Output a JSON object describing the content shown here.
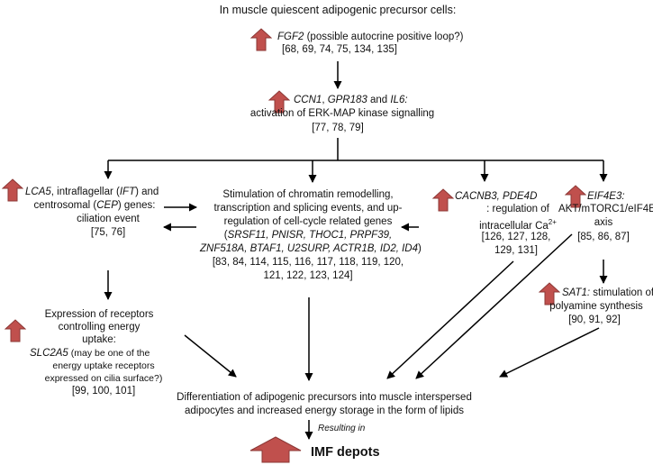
{
  "title": "In muscle quiescent adipogenic precursor cells:",
  "colors": {
    "arrow_fill": "#c0504d",
    "arrow_edge": "#8c3836",
    "line": "#000000"
  },
  "nodes": {
    "fgf2": {
      "gene": "FGF2",
      "text": "(possible autocrine positive loop?)",
      "refs": "[68, 69, 74, 75, 134, 135]"
    },
    "ccn1": {
      "gene1": "CCN1",
      "sep1": ", ",
      "gene2": "GPR183",
      "sep2": " and ",
      "gene3": "IL6:",
      "line2": "activation of ERK-MAP kinase signalling",
      "refs": "[77, 78, 79]"
    },
    "lca5": {
      "gene": "LCA5",
      "t1": ", intraflagellar (",
      "g2": "IFT",
      "t2": ") and",
      "t3": "centrosomal (",
      "g3": "CEP",
      "t4": ") genes:",
      "line3": "ciliation event",
      "refs": "[75, 76]"
    },
    "chromatin": {
      "line1": "Stimulation of chromatin remodelling,",
      "line2": "transcription and splicing events, and up-",
      "line3": "regulation of cell-cycle related genes",
      "line4_open": "(",
      "line4_genes": "SRSF11, PNISR, THOC1, PRPF39,",
      "line5_genes": "ZNF518A, BTAF1, U2SURP, ACTR1B, ID2, ID4",
      "line5_close": ")",
      "refs1": "[83, 84, 114, 115, 116, 117, 118, 119, 120,",
      "refs2": "121, 122, 123, 124]"
    },
    "cacnb3": {
      "gene": "CACNB3, PDE4D",
      "t1": ": regulation of",
      "t2": "intracellular Ca",
      "sup": "2+",
      "refs1": "[126, 127, 128,",
      "refs2": "129, 131]"
    },
    "eif4e3": {
      "gene": "EIF4E3:",
      "line2": "AKT/mTORC1/eIF4E",
      "line3": "axis",
      "refs": "[85, 86, 87]"
    },
    "sat1": {
      "gene": "SAT1:",
      "t1": " stimulation of",
      "line2": "polyamine synthesis",
      "refs": "[90, 91, 92]"
    },
    "receptors": {
      "line1": "Expression of receptors",
      "line2": "controlling energy",
      "line3": "uptake:"
    },
    "slc2a5": {
      "gene": "SLC2A5",
      "t1": " (may be one of the",
      "t2": "energy uptake receptors",
      "t3": "expressed on cilia surface?)",
      "refs": "[99, 100, 101]"
    },
    "differentiation": {
      "line1": "Differentiation of adipogenic precursors into muscle interspersed",
      "line2": "adipocytes and increased energy storage  in the form of lipids"
    },
    "resulting": {
      "text": "Resulting in"
    },
    "imf": {
      "text": "IMF depots"
    }
  }
}
